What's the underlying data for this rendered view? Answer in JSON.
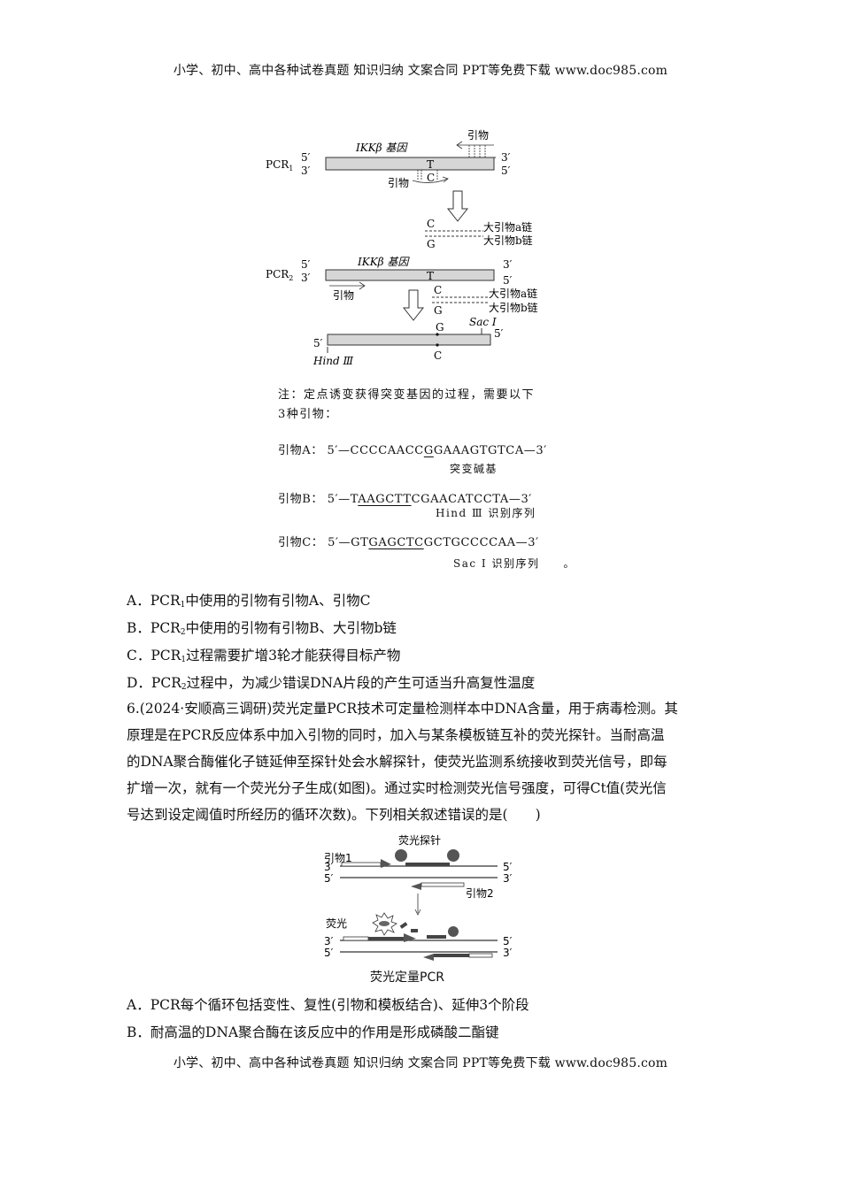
{
  "header": {
    "text": "小学、初中、高中各种试卷真题  知识归纳  文案合同  PPT等免费下载      www.doc985.com"
  },
  "footer": {
    "text": "小学、初中、高中各种试卷真题  知识归纳  文案合同  PPT等免费下载      www.doc985.com"
  },
  "figure1": {
    "pcr1_label": "PCR",
    "pcr1_sub": "1",
    "pcr2_label": "PCR",
    "pcr2_sub": "2",
    "gene_label": "IKKβ 基因",
    "primer_label": "引物",
    "prime5": "5′",
    "prime3": "3′",
    "base_T": "T",
    "base_C": "C",
    "base_G": "G",
    "big_primer_a": "大引物a链",
    "big_primer_b": "大引物b链",
    "sac": "Sac Ⅰ",
    "hind": "Hind Ⅲ"
  },
  "note": {
    "line1": "注：定点诱变获得突变基因的过程，需要以下",
    "line2": "3种引物："
  },
  "primers": {
    "a_label": "引物A：",
    "a_seq_pre": "5′—CCCCAACC",
    "a_seq_ul": "G",
    "a_seq_post": "GAAAGTGTCA—3′",
    "a_ann": "突变碱基",
    "b_label": "引物B：",
    "b_seq_pre": "5′—T",
    "b_seq_ul": "AAGCTT",
    "b_seq_post": "CGAACATCCTA—3′",
    "b_ann": "Hind Ⅲ 识别序列",
    "c_label": "引物C：",
    "c_seq_pre": "5′—GT",
    "c_seq_ul": "GAGCTC",
    "c_seq_post": "GCTGCCCCAA—3′",
    "c_ann": "Sac Ⅰ 识别序列",
    "c_end": "。"
  },
  "q5_options": {
    "A_pre": "A．PCR",
    "A_sub": "1",
    "A_post": "中使用的引物有引物A、引物C",
    "B_pre": "B．PCR",
    "B_sub": "2",
    "B_post": "中使用的引物有引物B、大引物b链",
    "C_pre": "C．PCR",
    "C_sub": "1",
    "C_post": "过程需要扩增3轮才能获得目标产物",
    "D_pre": "D．PCR",
    "D_sub": "2",
    "D_post": "过程中，为减少错误DNA片段的产生可适当升高复性温度"
  },
  "q6": {
    "line1": "6.(2024·安顺高三调研)荧光定量PCR技术可定量检测样本中DNA含量，用于病毒检测。其",
    "line2": "原理是在PCR反应体系中加入引物的同时，加入与某条模板链互补的荧光探针。当耐高温",
    "line3": "的DNA聚合酶催化子链延伸至探针处会水解探针，使荧光监测系统接收到荧光信号，即每",
    "line4": "扩增一次，就有一个荧光分子生成(如图)。通过实时检测荧光信号强度，可得Ct值(荧光信",
    "line5": "号达到设定阈值时所经历的循环次数)。下列相关叙述错误的是(　　)"
  },
  "figure2": {
    "probe": "荧光探针",
    "primer1": "引物1",
    "primer2": "引物2",
    "fluor": "荧光",
    "prime5": "5′",
    "prime3": "3′",
    "caption": "荧光定量PCR"
  },
  "q6_options": {
    "A": "A．PCR每个循环包括变性、复性(引物和模板结合)、延伸3个阶段",
    "B": "B．耐高温的DNA聚合酶在该反应中的作用是形成磷酸二酯键"
  }
}
